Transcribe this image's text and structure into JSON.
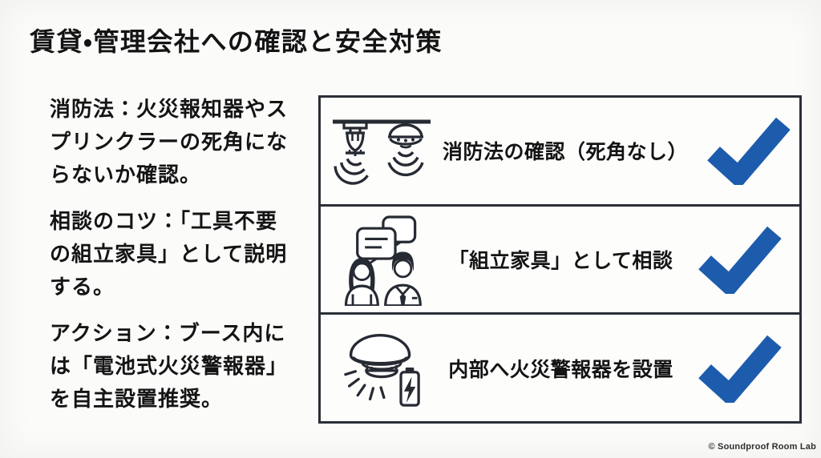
{
  "slide": {
    "title": "賃貸・管理会社への確認と安全対策",
    "notes": [
      "消防法：火災報知器やス\nプリンクラーの死角にな\nらないか確認。",
      "相談のコツ：「工具不要\nの組立家具」として説明\nする。",
      "アクション：ブース内に\nは「電池式火災警報器」\nを自主設置推奨。"
    ],
    "checklist": {
      "items": [
        {
          "label": "消防法の確認（死角なし）",
          "icon": "sprinkler-and-smoke-detector-icon",
          "checked": true
        },
        {
          "label": "「組立家具」として相談",
          "icon": "consultation-people-icon",
          "checked": true
        },
        {
          "label": "内部へ火災警報器を設置",
          "icon": "fire-alarm-and-battery-icon",
          "checked": true
        }
      ]
    },
    "colors": {
      "check_blue": "#1d5cad",
      "icon_stroke": "#262a33",
      "text": "#141414",
      "border": "#2b2e36",
      "background": "#fbfbfa"
    },
    "footer": "© Soundproof Room Lab"
  }
}
